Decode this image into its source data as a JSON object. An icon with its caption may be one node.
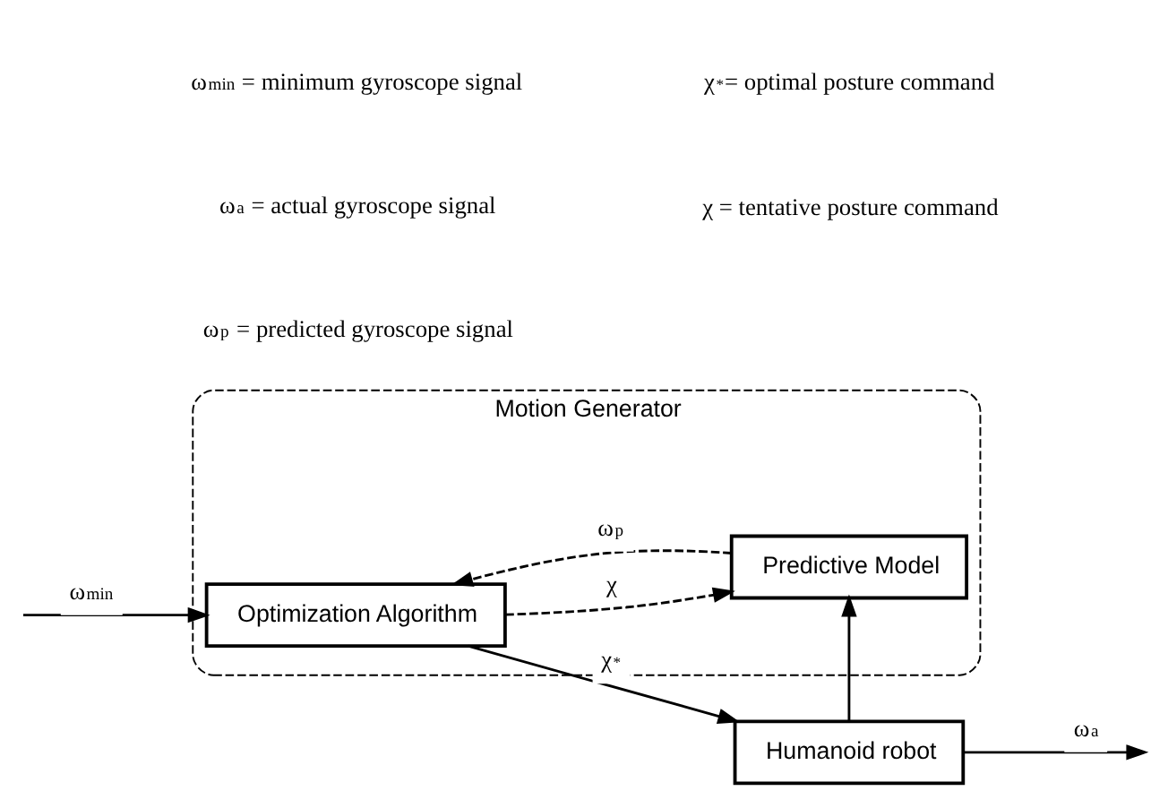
{
  "diagram": {
    "nodes": [
      {
        "text": [
          "Motion Generator"
        ]
      },
      {
        "text": [
          "Optimization Algorithm"
        ],
        "in": 0
      },
      {
        "text": [
          "Predictive Model"
        ],
        "in": 0
      },
      {
        "text": [
          "Humanoid robot"
        ]
      }
    ],
    "edges": [
      {
        "from": null,
        "to": 1,
        "arrow": "to",
        "label": "ω$_{min}$"
      },
      {
        "from": 1,
        "to": 2,
        "arrow": "to",
        "label": "χ",
        "style": "dashed"
      },
      {
        "from": 2,
        "to": 1,
        "arrow": "to",
        "label": "ω$_{p}$",
        "style": "dashed"
      },
      {
        "from": 1,
        "to": 3,
        "arrow": "to",
        "label": "χ$^{*}$"
      },
      {
        "from": 3,
        "to": null,
        "arrow": "to",
        "label": "ω$_{a}$"
      },
      {
        "from": 3,
        "to": 2,
        "arrow": "to"
      }
    ],
    "labels": [
      "ω$_{min}$ = minimum gyroscope signal",
      "χ$^{*}$= optimal posture command",
      "ω$_{a}$ = actual gyroscope signal",
      "χ = tentative posture command",
      "ω$_{p}$ = predicted gyroscope signal"
    ]
  }
}
